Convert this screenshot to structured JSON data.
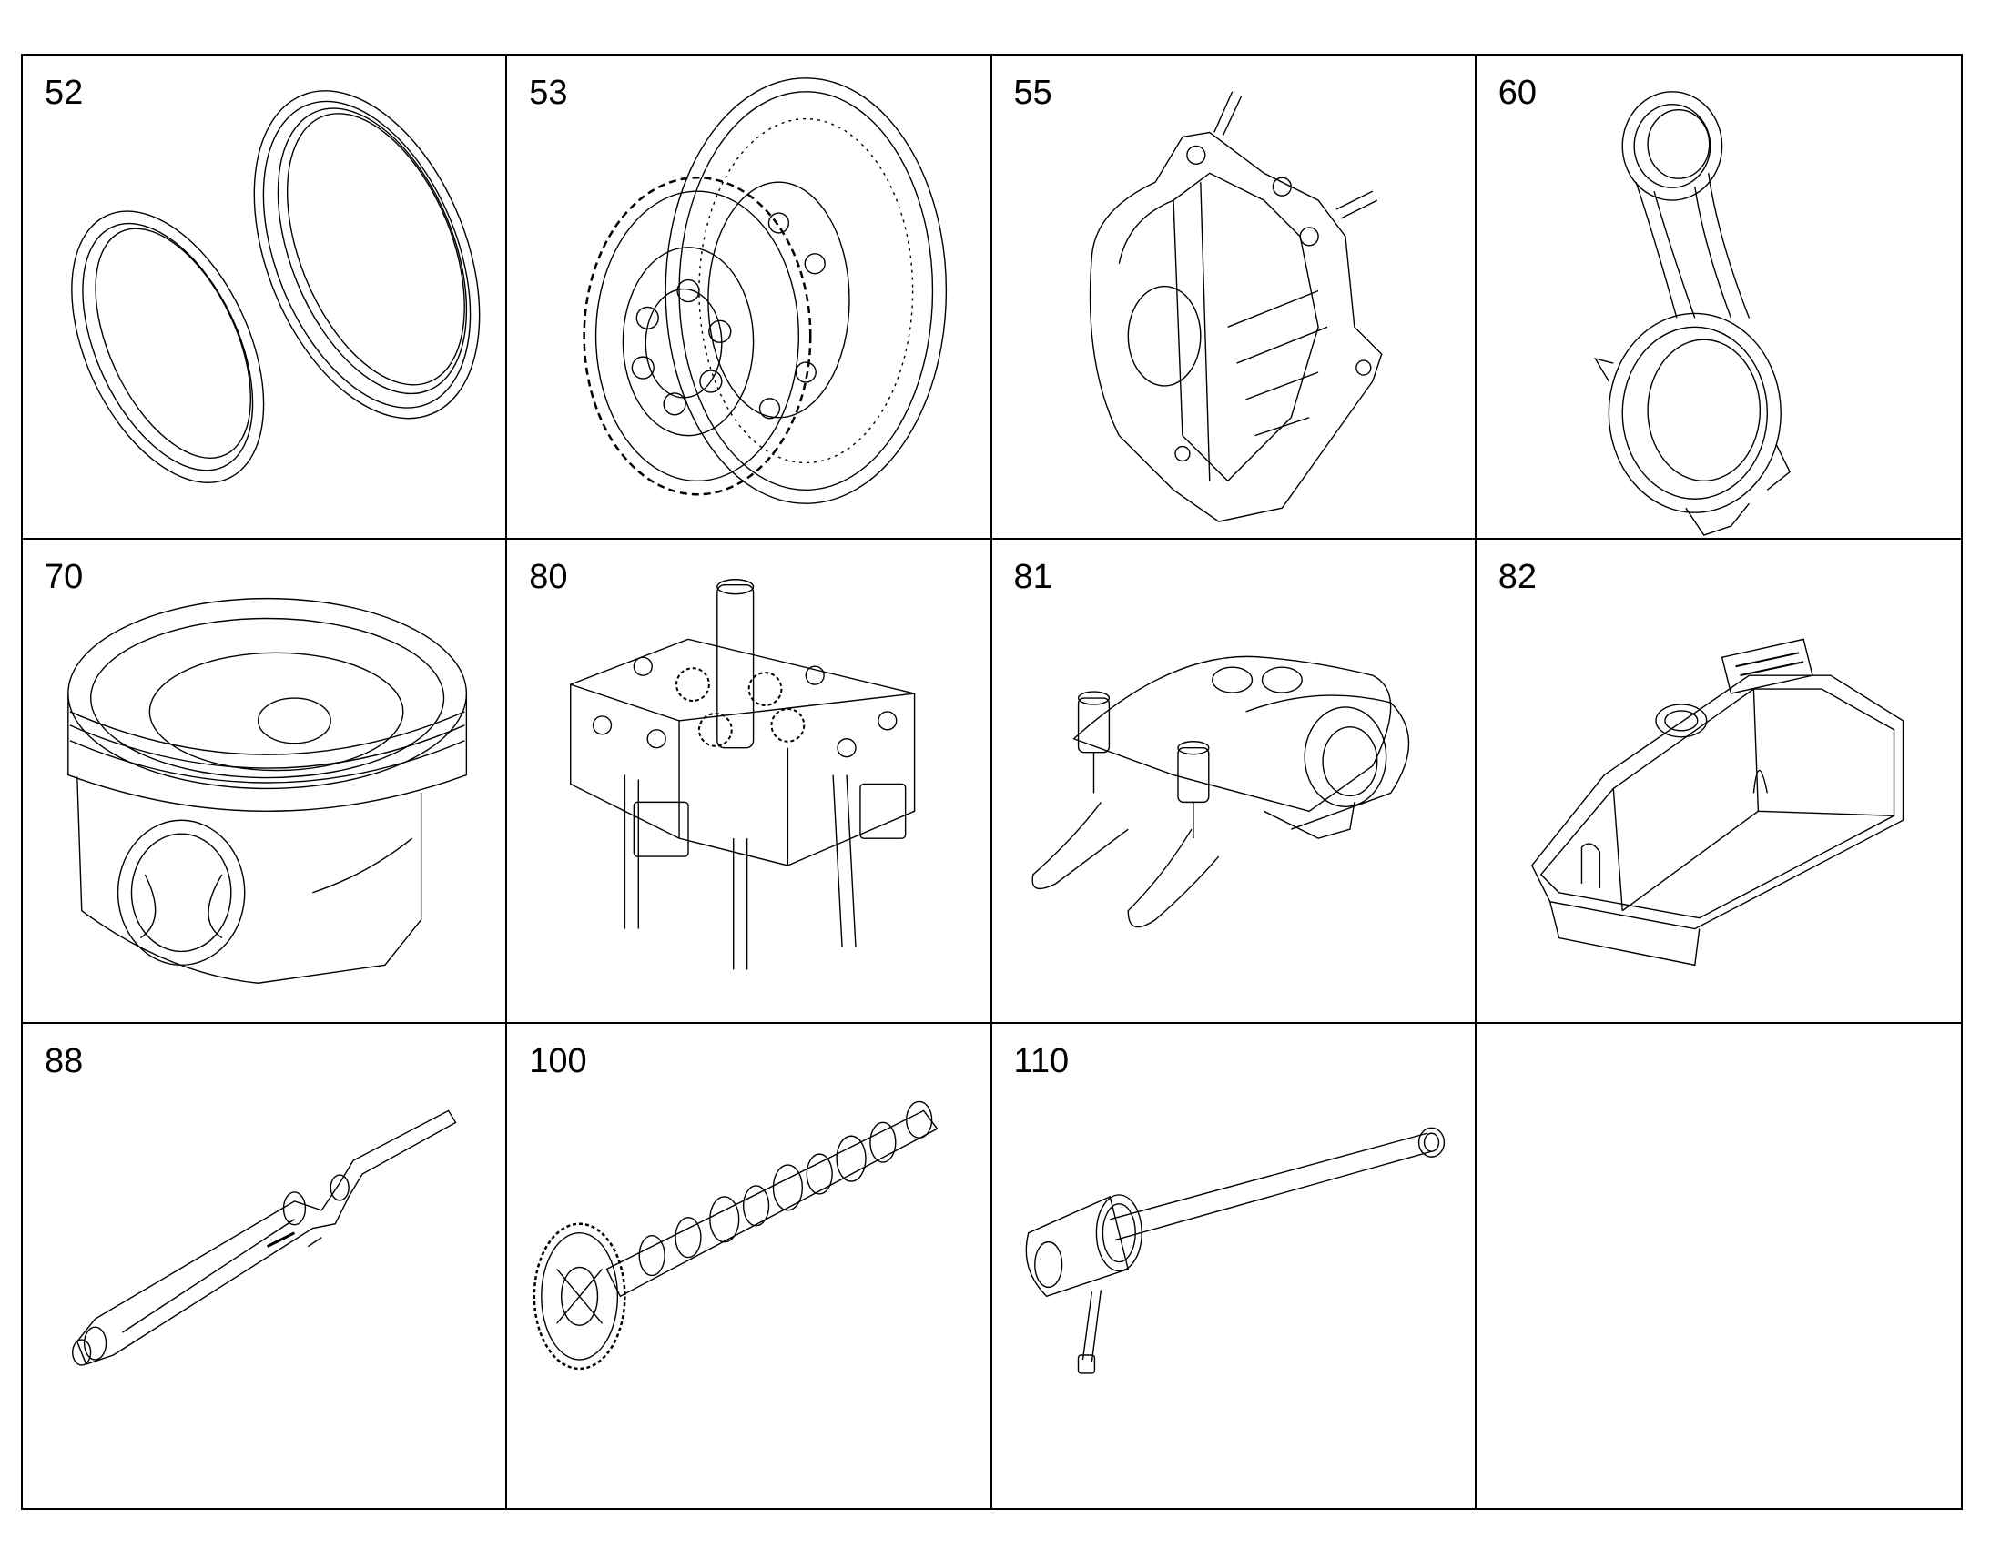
{
  "parts": [
    {
      "number": "52",
      "icon": "seal-rings-icon"
    },
    {
      "number": "53",
      "icon": "flywheel-gear-icon"
    },
    {
      "number": "55",
      "icon": "gear-housing-cover-icon"
    },
    {
      "number": "60",
      "icon": "connecting-rod-icon"
    },
    {
      "number": "70",
      "icon": "piston-icon"
    },
    {
      "number": "80",
      "icon": "cylinder-head-icon"
    },
    {
      "number": "81",
      "icon": "rocker-arm-assembly-icon"
    },
    {
      "number": "82",
      "icon": "valve-cover-icon"
    },
    {
      "number": "88",
      "icon": "shaft-icon"
    },
    {
      "number": "100",
      "icon": "camshaft-icon"
    },
    {
      "number": "110",
      "icon": "tube-assembly-icon"
    },
    {
      "number": "",
      "icon": ""
    }
  ]
}
